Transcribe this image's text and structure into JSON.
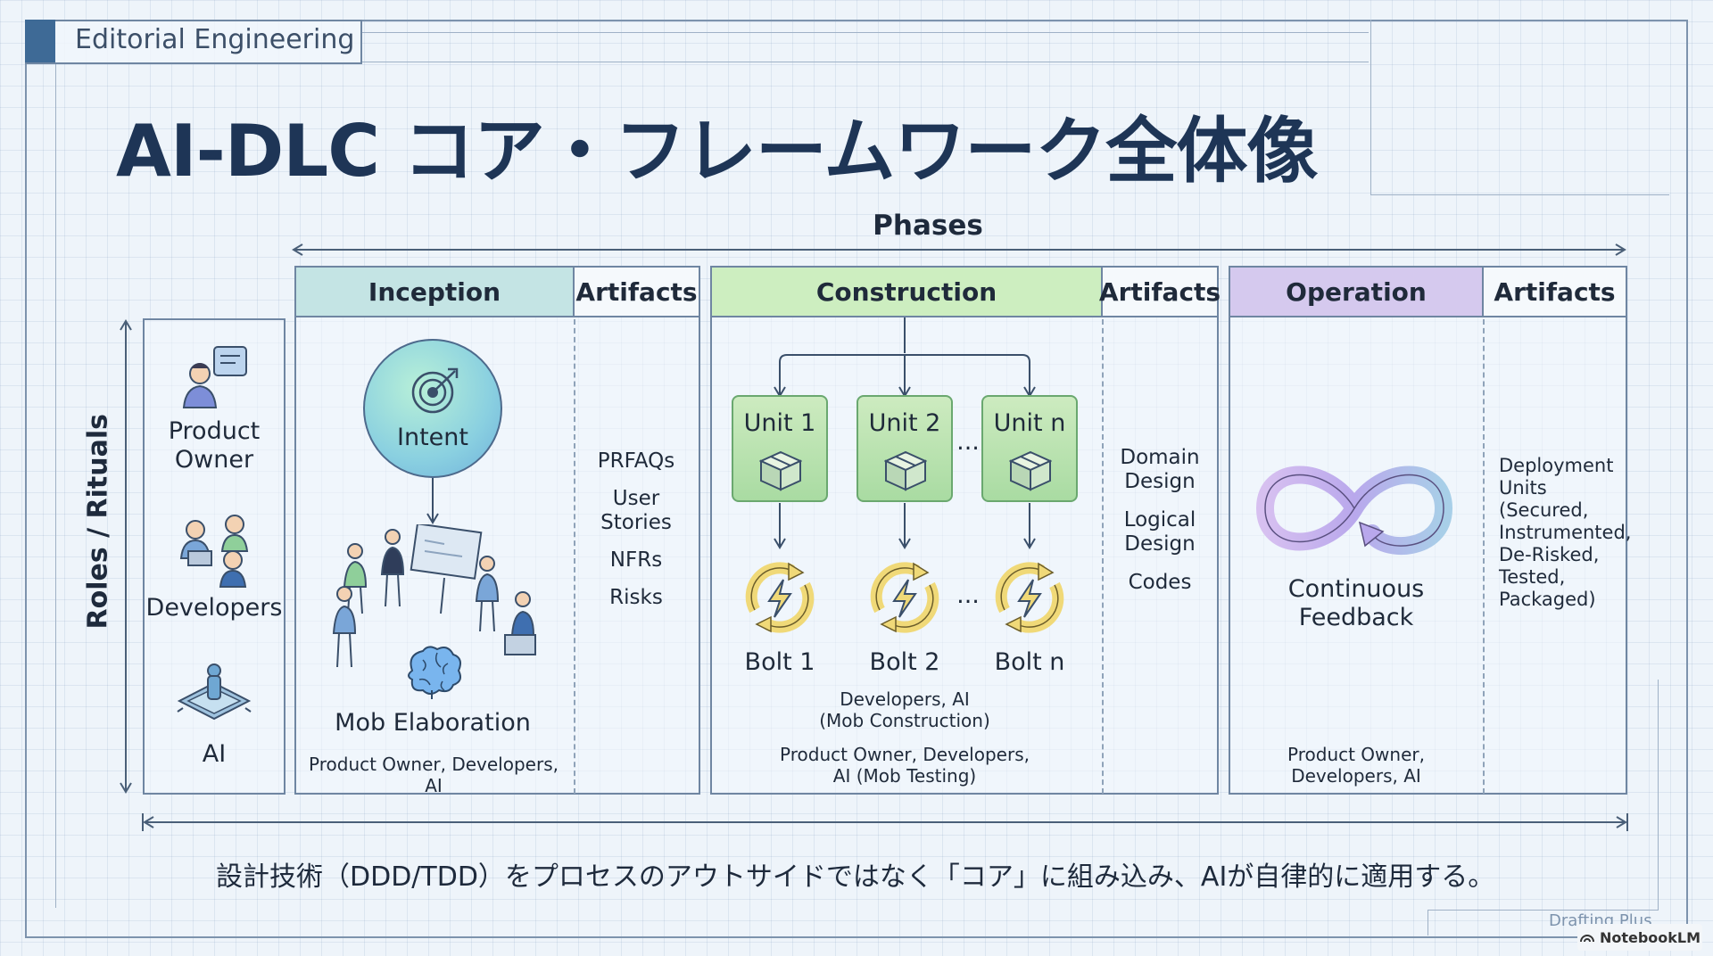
{
  "header": {
    "label": "Editorial Engineering"
  },
  "title": "AI-DLC コア・フレームワーク全体像",
  "phases_label": "Phases",
  "roles_axis_label": "Roles / Rituals",
  "roles": [
    {
      "label": "Product Owner",
      "icon": "product-owner-icon"
    },
    {
      "label": "Developers",
      "icon": "developers-icon"
    },
    {
      "label": "AI",
      "icon": "ai-icon"
    }
  ],
  "inception": {
    "header": "Inception",
    "intent": "Intent",
    "ritual": "Mob Elaboration",
    "participants": "Product Owner, Developers, AI",
    "artifacts_header": "Artifacts",
    "artifacts": [
      "PRFAQs",
      "User Stories",
      "NFRs",
      "Risks"
    ]
  },
  "construction": {
    "header": "Construction",
    "units": [
      "Unit 1",
      "Unit 2",
      "Unit n"
    ],
    "bolts": [
      "Bolt 1",
      "Bolt 2",
      "Bolt n"
    ],
    "ellipsis": "...",
    "mob_construction": "Developers, AI (Mob Construction)",
    "mob_testing": "Product Owner, Developers, AI (Mob Testing)",
    "artifacts_header": "Artifacts",
    "artifacts": [
      "Domain Design",
      "Logical Design",
      "Codes"
    ]
  },
  "operation": {
    "header": "Operation",
    "feedback": "Continuous Feedback",
    "participants": "Product Owner, Developers, AI",
    "artifacts_header": "Artifacts",
    "artifacts": "Deployment Units (Secured, Instrumented, De-Risked, Tested, Packaged)"
  },
  "footer": "設計技術（DDD/TDD）をプロセスのアウトサイドではなく「コア」に組み込み、AIが自律的に適用する。",
  "corner_label": "Drafting Plus",
  "watermark": "NotebookLM",
  "colors": {
    "inception": "#c4e4e4",
    "construction": "#cdeec0",
    "operation": "#d5c9ee",
    "title": "#1e3556"
  }
}
